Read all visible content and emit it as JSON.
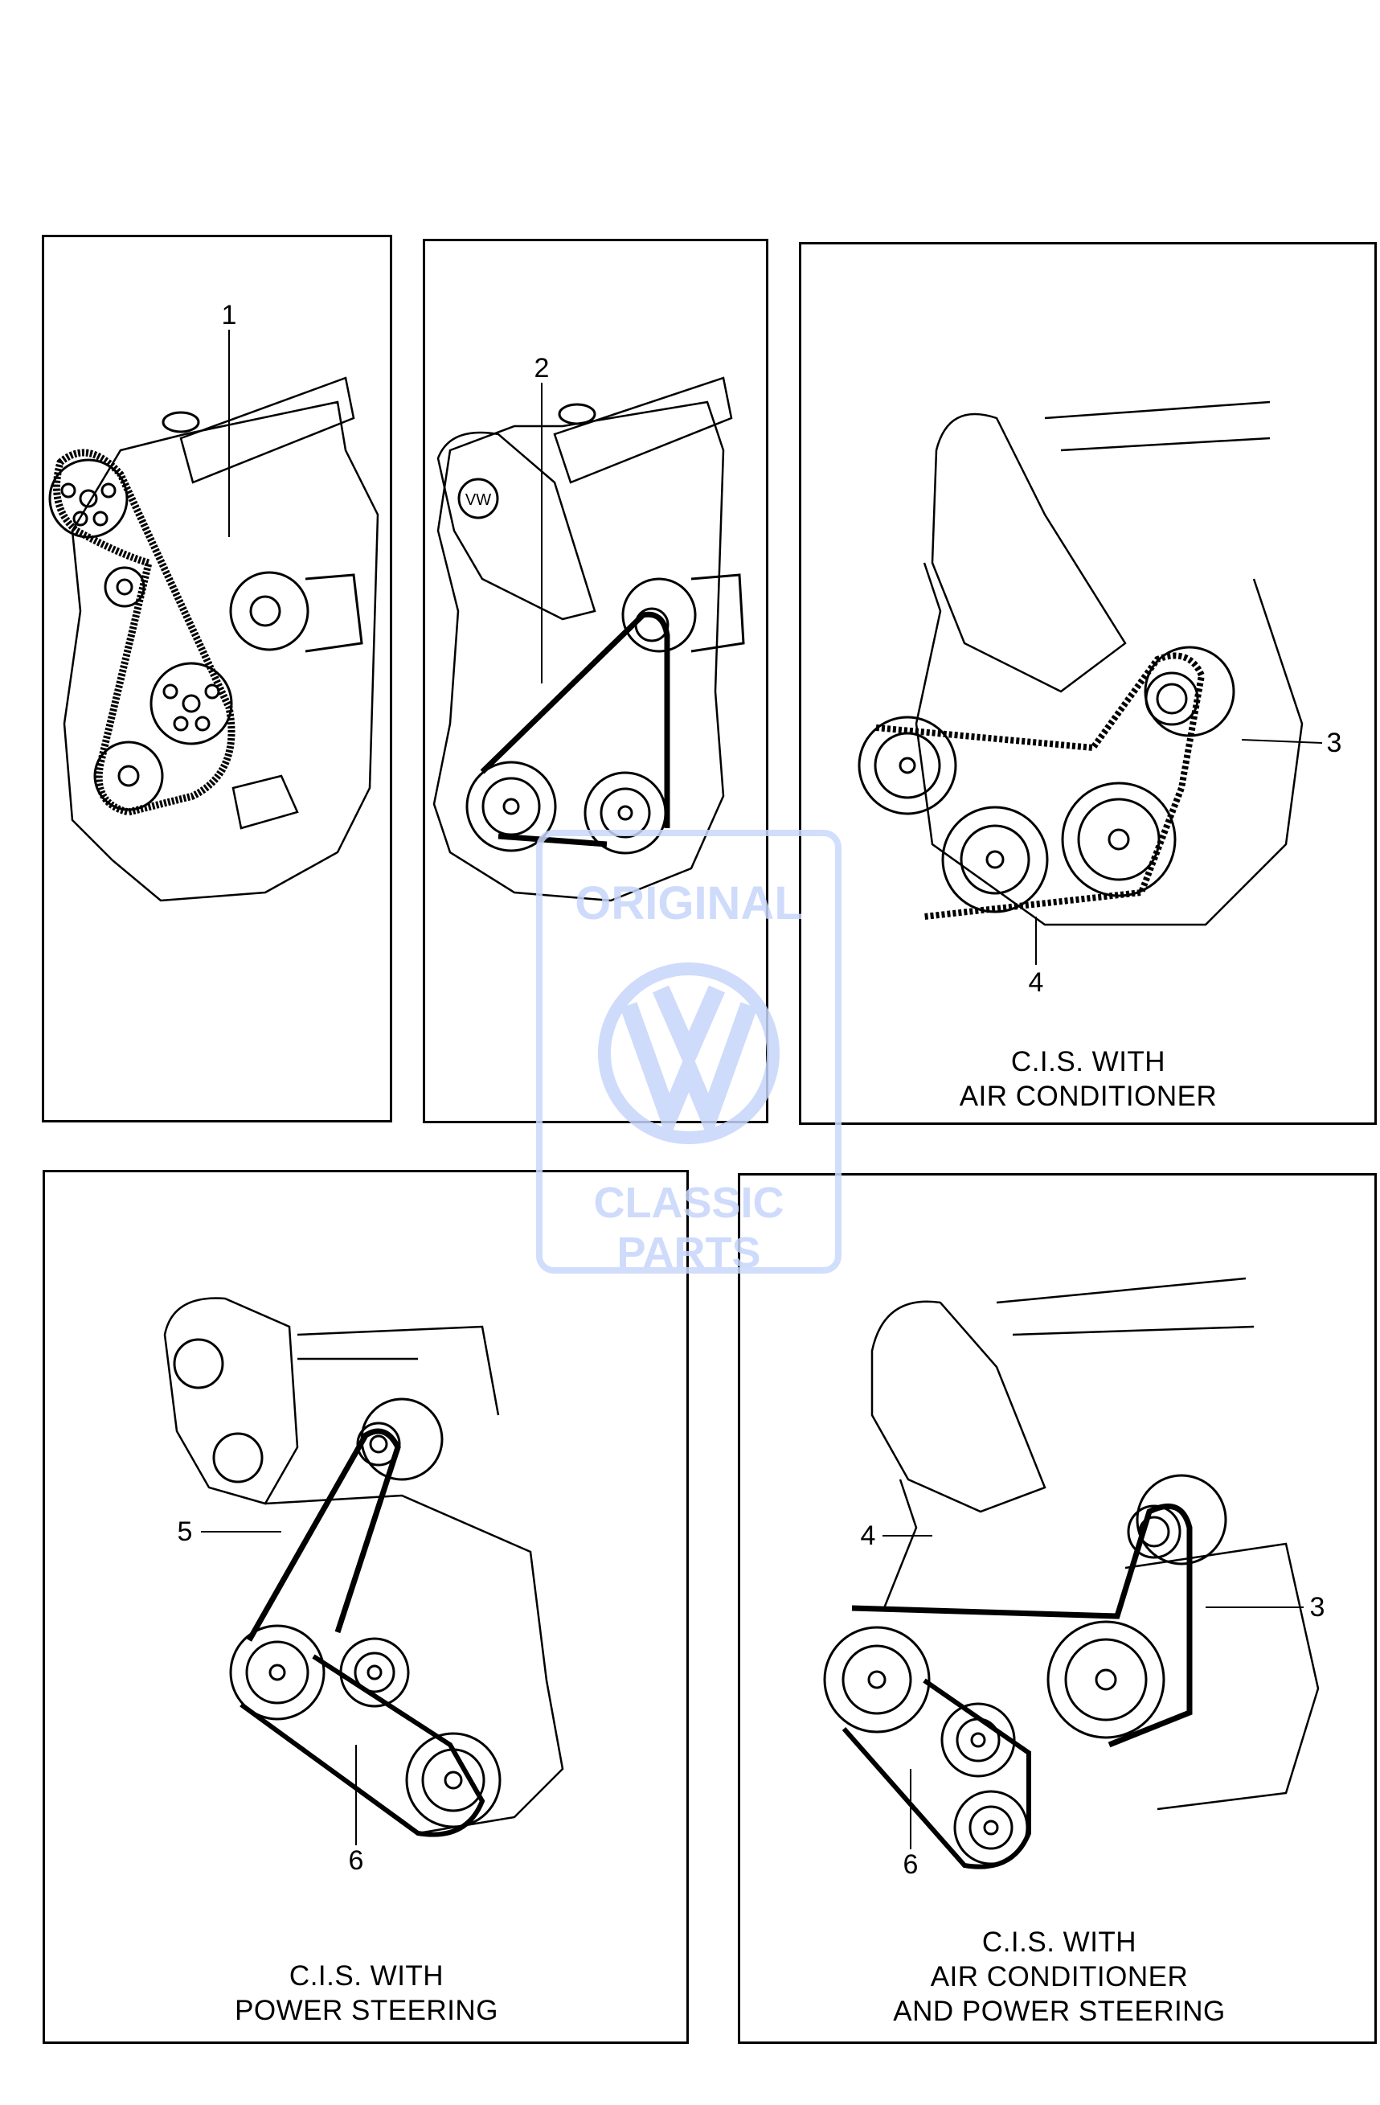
{
  "panels": [
    {
      "id": "standard-toothed-belt",
      "callouts": [
        "1"
      ],
      "caption": []
    },
    {
      "id": "standard-v-belt",
      "callouts": [
        "2"
      ],
      "caption": []
    },
    {
      "id": "cis-air-conditioner",
      "callouts": [
        "3",
        "4"
      ],
      "caption": [
        "C.I.S. WITH",
        "AIR CONDITIONER"
      ]
    },
    {
      "id": "cis-power-steering",
      "callouts": [
        "5",
        "6"
      ],
      "caption": [
        "C.I.S. WITH",
        "POWER STEERING"
      ]
    },
    {
      "id": "cis-ac-power-steering",
      "callouts": [
        "4",
        "3",
        "6"
      ],
      "caption": [
        "C.I.S. WITH",
        "AIR CONDITIONER",
        "AND POWER STEERING"
      ]
    }
  ],
  "watermark": {
    "top": "ORIGINAL",
    "bottom": "CLASSIC PARTS",
    "color": "#c6d5fb"
  }
}
